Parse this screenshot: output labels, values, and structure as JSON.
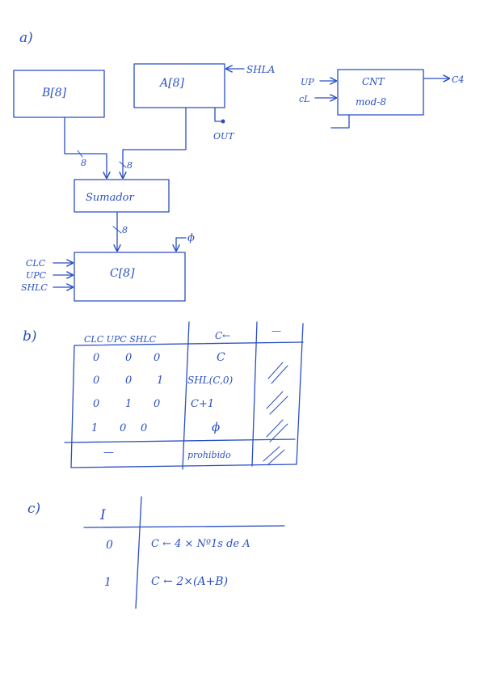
{
  "sections": {
    "a": "a)",
    "b": "b)",
    "c": "c)"
  },
  "part_a": {
    "reg_b": "B[8]",
    "reg_a": "A[8]",
    "shl_a": "SHLA",
    "out": "OUT",
    "cnt_up": "UP",
    "cnt_cl": "cL",
    "cnt_title": "CNT",
    "cnt_mod": "mod-8",
    "cnt_out": "C4",
    "bus_b": "8",
    "bus_a": "8",
    "adder": "Sumador",
    "bus_sum": "8",
    "phi": "ϕ",
    "reg_c": "C[8]",
    "ctrl_clc": "CLC",
    "ctrl_upc": "UPC",
    "ctrl_shlc": "SHLC"
  },
  "part_b": {
    "headers": [
      "CLC UPC SHLC",
      "C←",
      "—"
    ],
    "rows": [
      {
        "clc": "0",
        "upc": "0",
        "shlc": "0",
        "op": "C"
      },
      {
        "clc": "0",
        "upc": "0",
        "shlc": "1",
        "op": "SHL(C,0)"
      },
      {
        "clc": "0",
        "upc": "1",
        "shlc": "0",
        "op": "C+1"
      },
      {
        "clc": "1",
        "upc": "0",
        "shlc": "0",
        "op": "ϕ"
      }
    ],
    "last_row": {
      "inputs": "—",
      "op": "prohibido"
    }
  },
  "part_c": {
    "header": "I",
    "rows": [
      {
        "i": "0",
        "op": "C ← 4 × Nº1s de A"
      },
      {
        "i": "1",
        "op": "C ← 2×(A+B)"
      }
    ]
  },
  "colors": {
    "ink": "#2a4fc4",
    "paper": "#ffffff"
  }
}
